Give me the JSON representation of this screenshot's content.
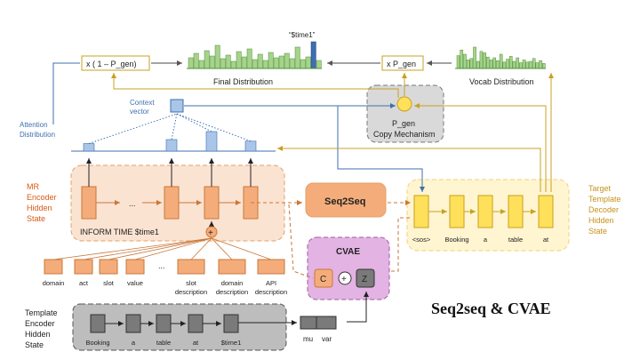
{
  "colors": {
    "mr_fill": "#fbe3d2",
    "mr_stroke": "#e6a067",
    "orange": "#f4ad7a",
    "orange_dark": "#c9773a",
    "yellow": "#ffe05a",
    "yellow_region": "#fff5d0",
    "gold": "#c9a020",
    "gold_text": "#c7921a",
    "blue": "#3d6fb0",
    "blue_light": "#a9c6e8",
    "green": "#a6d38a",
    "green_dark": "#4f8f3a",
    "gray_region": "#bdbdbd",
    "gray_dark": "#7a7a7a",
    "cvae": "#e3b3e3",
    "pgen_region": "#d9d9d9",
    "red_label": "#d85a10"
  },
  "labels": {
    "final_distribution": "Final Distribution",
    "vocab_distribution": "Vocab Distribution",
    "one_minus_pgen": "x ( 1 – P_gen)",
    "times_pgen": "x P_gen",
    "time_token": "“$time1”",
    "pgen_line1": "P_gen",
    "pgen_line2": "Copy Mechanism",
    "context_vector": [
      "Context",
      "vector"
    ],
    "attention_distribution": [
      "Attention",
      "Distribution"
    ],
    "mr_encoder": [
      "MR",
      "Encoder",
      "Hidden",
      "State"
    ],
    "target_decoder": [
      "Target",
      "Template",
      "Decoder",
      "Hidden",
      "State"
    ],
    "template_encoder": [
      "Template",
      "Encoder",
      "Hidden",
      "State"
    ],
    "inform_text": "INFORM TIME $time1",
    "seq2seq": "Seq2Seq",
    "cvae": "CVAE",
    "c": "C",
    "z": "Z",
    "plus": "+",
    "ellipsis": "...",
    "mu": "mu",
    "var": "var",
    "big_title": "Seq2seq & CVAE"
  },
  "mr_inputs": [
    "domain",
    "act",
    "slot",
    "value",
    "...",
    "slot\ndescription",
    "domain\ndescription",
    "API\ndescription"
  ],
  "decoder_tokens": [
    "<sos>",
    "Booking",
    "a",
    "table",
    "at"
  ],
  "template_tokens": [
    "Booking",
    "a",
    "table",
    "at",
    "$time1"
  ],
  "final_dist": [
    12,
    17,
    9,
    20,
    14,
    26,
    11,
    15,
    8,
    19,
    13,
    22,
    10,
    16,
    9,
    18,
    12,
    14,
    17,
    11,
    24,
    10,
    13,
    30,
    9
  ],
  "vocab_dist": [
    18,
    26,
    20,
    12,
    14,
    30,
    10,
    24,
    22,
    16,
    12,
    15,
    11,
    20,
    9,
    13,
    17,
    10,
    15,
    8,
    12,
    9,
    10,
    14,
    8,
    11,
    7
  ],
  "final_dist_highlight_index": 23,
  "attention_weights": [
    0.25,
    0.5,
    1.0,
    0.4
  ]
}
